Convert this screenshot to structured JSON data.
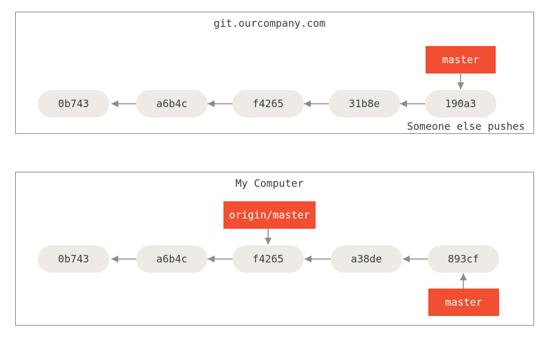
{
  "server": {
    "title": "git.ourcompany.com",
    "note": "Someone else pushes",
    "commits": [
      "0b743",
      "a6b4c",
      "f4265",
      "31b8e",
      "190a3"
    ],
    "refs": [
      {
        "label": "master",
        "target": "190a3"
      }
    ]
  },
  "local": {
    "title": "My Computer",
    "commits": [
      "0b743",
      "a6b4c",
      "f4265",
      "a38de",
      "893cf"
    ],
    "refs": [
      {
        "label": "origin/master",
        "target": "f4265"
      },
      {
        "label": "master",
        "target": "893cf"
      }
    ]
  },
  "colors": {
    "commit_fill": "#edebe4",
    "ref_fill": "#f14e32",
    "arrow": "#8b8b8b",
    "border": "#8a8a8a",
    "text": "#3b3b3b"
  }
}
